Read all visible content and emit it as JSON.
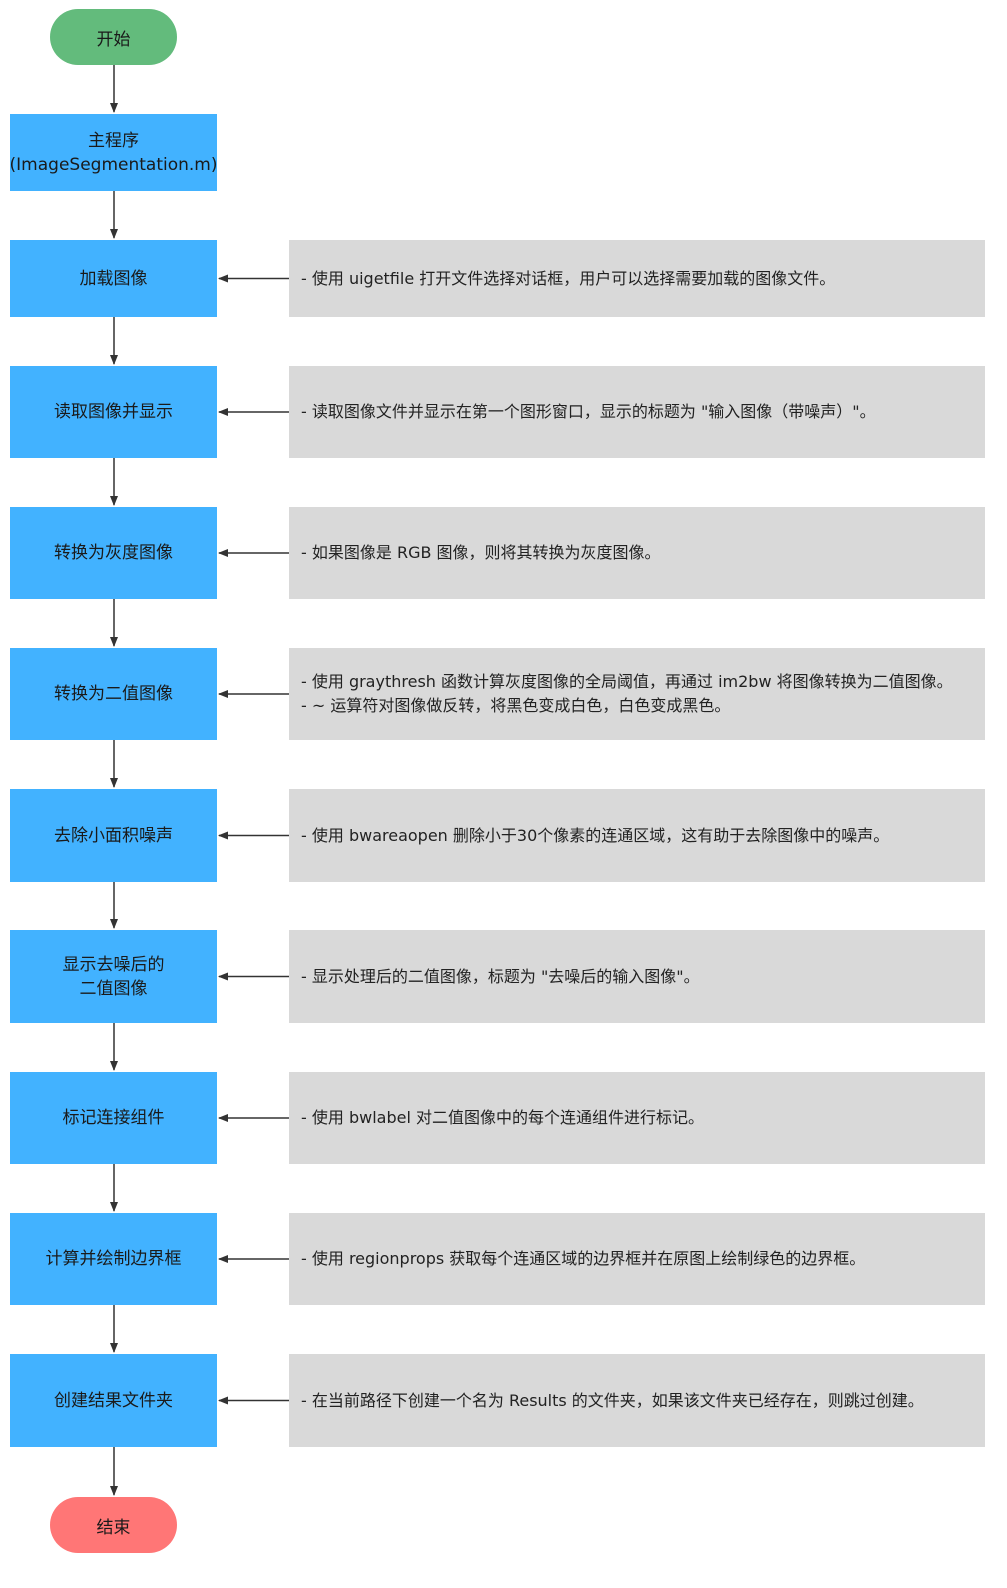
{
  "start_label": "开始",
  "end_label": "结束",
  "steps": [
    {
      "lines": [
        "主程序",
        "(ImageSegmentation.m)"
      ],
      "note": []
    },
    {
      "lines": [
        "加载图像"
      ],
      "note": [
        "- 使用 uigetfile 打开文件选择对话框，用户可以选择需要加载的图像文件。"
      ]
    },
    {
      "lines": [
        "读取图像并显示"
      ],
      "note": [
        "- 读取图像文件并显示在第一个图形窗口，显示的标题为 \"输入图像（带噪声）\"。"
      ]
    },
    {
      "lines": [
        "转换为灰度图像"
      ],
      "note": [
        "- 如果图像是 RGB 图像，则将其转换为灰度图像。"
      ]
    },
    {
      "lines": [
        "转换为二值图像"
      ],
      "note": [
        "- 使用 graythresh 函数计算灰度图像的全局阈值，再通过 im2bw 将图像转换为二值图像。",
        "- ~ 运算符对图像做反转，将黑色变成白色，白色变成黑色。"
      ]
    },
    {
      "lines": [
        "去除小面积噪声"
      ],
      "note": [
        "- 使用 bwareaopen 删除小于30个像素的连通区域，这有助于去除图像中的噪声。"
      ]
    },
    {
      "lines": [
        "显示去噪后的",
        "二值图像"
      ],
      "note": [
        "- 显示处理后的二值图像，标题为 \"去噪后的输入图像\"。"
      ]
    },
    {
      "lines": [
        "标记连接组件"
      ],
      "note": [
        "- 使用 bwlabel 对二值图像中的每个连通组件进行标记。"
      ]
    },
    {
      "lines": [
        "计算并绘制边界框"
      ],
      "note": [
        "- 使用 regionprops 获取每个连通区域的边界框并在原图上绘制绿色的边界框。"
      ]
    },
    {
      "lines": [
        "创建结果文件夹"
      ],
      "note": [
        "- 在当前路径下创建一个名为 Results 的文件夹，如果该文件夹已经存在，则跳过创建。"
      ]
    }
  ],
  "colors": {
    "start": "#63bb7c",
    "end": "#ff7676",
    "process": "#42b2ff",
    "note": "#d9d9d9",
    "arrow": "#333333"
  }
}
